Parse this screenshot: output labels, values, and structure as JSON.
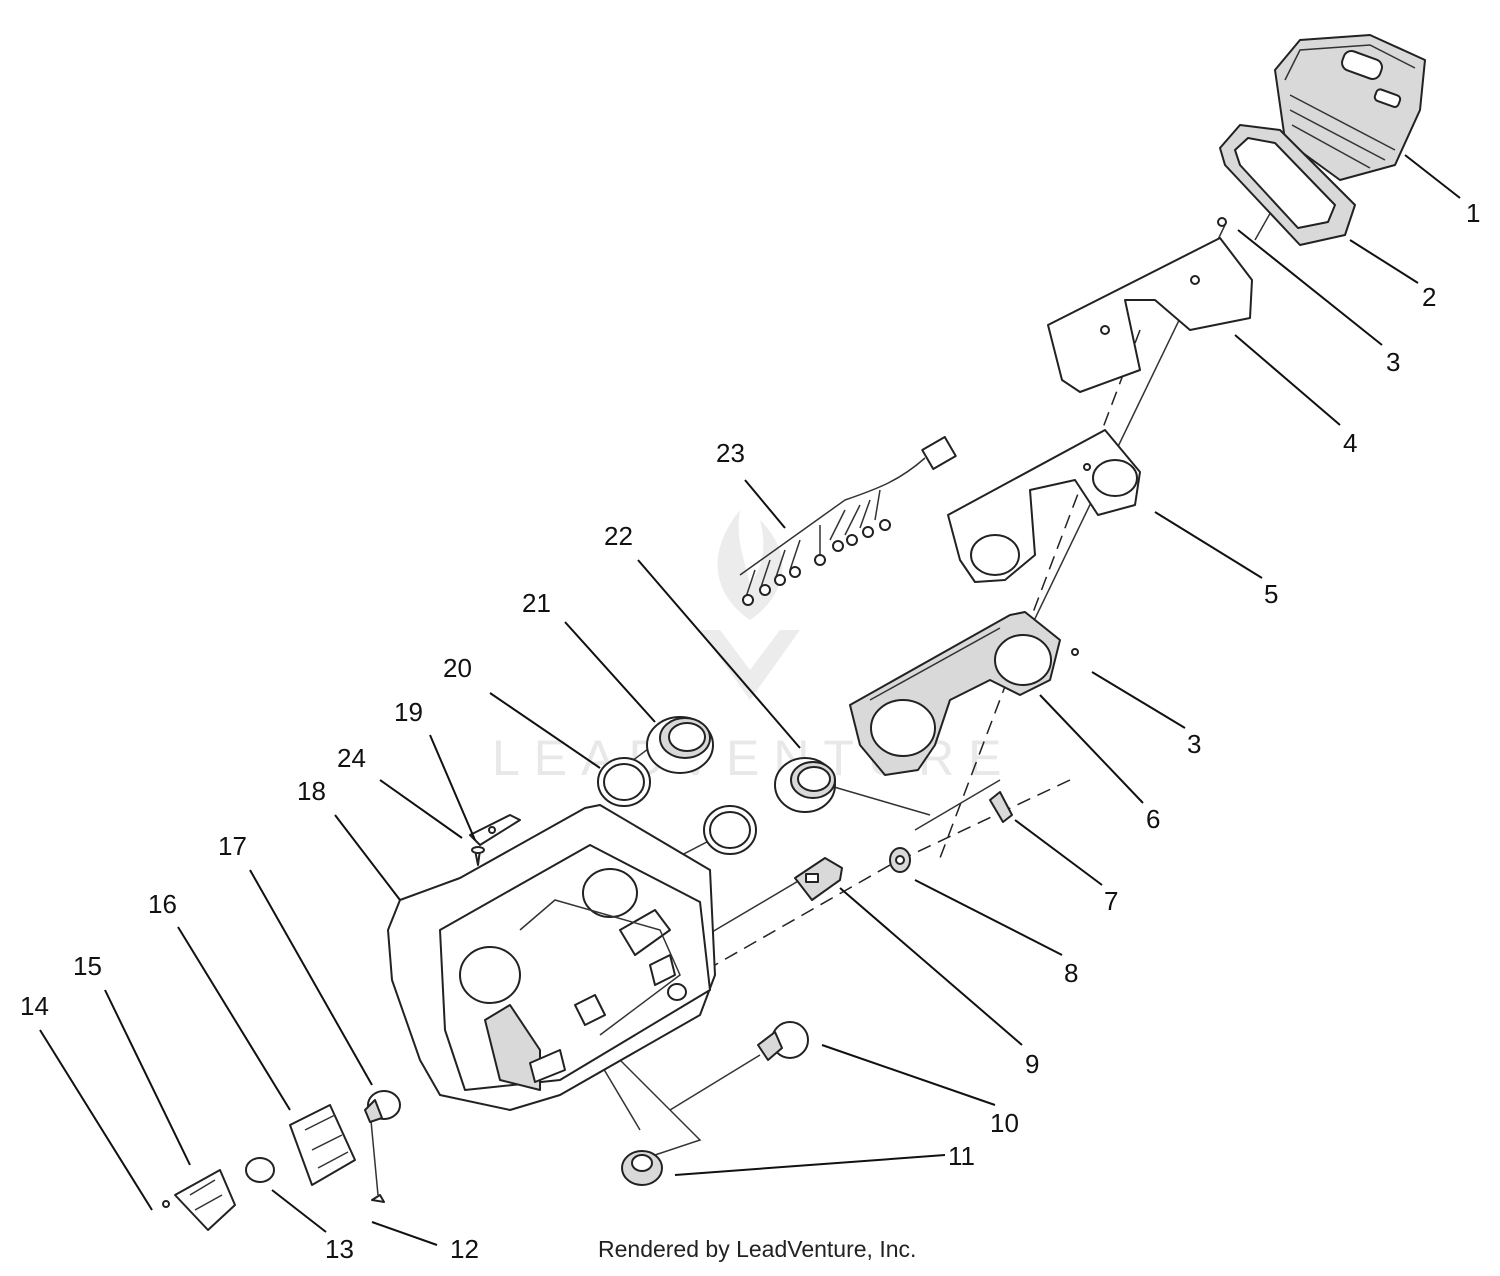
{
  "diagram": {
    "watermark": "LEADVENTURE",
    "footer": "Rendered by LeadVenture, Inc.",
    "callouts": {
      "c1": "1",
      "c2": "2",
      "c3a": "3",
      "c4": "4",
      "c5": "5",
      "c3b": "3",
      "c6": "6",
      "c7": "7",
      "c8": "8",
      "c9": "9",
      "c10": "10",
      "c11": "11",
      "c12": "12",
      "c13": "13",
      "c14": "14",
      "c15": "15",
      "c16": "16",
      "c17": "17",
      "c18": "18",
      "c19": "19",
      "c20": "20",
      "c21": "21",
      "c22": "22",
      "c23": "23",
      "c24": "24"
    }
  }
}
